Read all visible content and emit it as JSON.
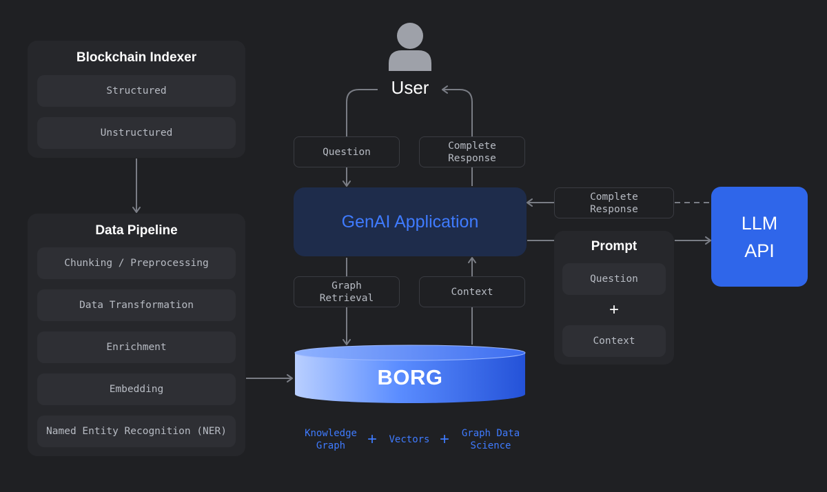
{
  "blockchain_indexer": {
    "title": "Blockchain Indexer",
    "items": [
      "Structured",
      "Unstructured"
    ]
  },
  "data_pipeline": {
    "title": "Data Pipeline",
    "items": [
      "Chunking / Preprocessing",
      "Data Transformation",
      "Enrichment",
      "Embedding",
      "Named Entity Recognition (NER)"
    ]
  },
  "user": {
    "label": "User"
  },
  "flows": {
    "question": "Question",
    "complete_response_user": "Complete\nResponse",
    "graph_retrieval": "Graph\nRetrieval",
    "context": "Context",
    "complete_response_llm": "Complete\nResponse"
  },
  "genai_app": {
    "label": "GenAI Application"
  },
  "prompt": {
    "title": "Prompt",
    "items": [
      "Question",
      "Context"
    ],
    "plus": "+"
  },
  "llm": {
    "label": "LLM\nAPI"
  },
  "borg": {
    "label": "BORG",
    "features": [
      "Knowledge\nGraph",
      "Vectors",
      "Graph Data\nScience"
    ],
    "plus": "+"
  },
  "colors": {
    "background": "#1f2023",
    "panel": "#26272b",
    "accent_blue": "#3f7bff",
    "llm_blue": "#2f66ea",
    "genai_fill": "#1e2c4b",
    "wire": "#7a7d85"
  },
  "icons": {
    "user": "user-avatar-icon"
  }
}
